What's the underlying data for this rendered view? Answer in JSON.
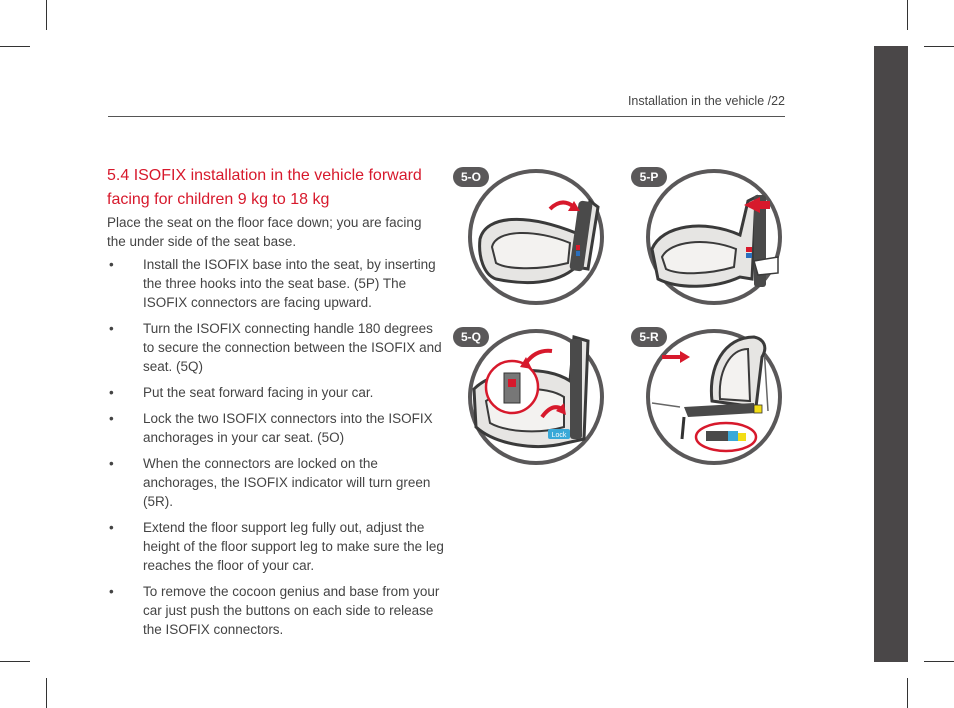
{
  "header": {
    "running_head": "Installation in the vehicle /22"
  },
  "section": {
    "title": "5.4 ISOFIX installation in the vehicle forward facing for children 9 kg to 18 kg",
    "intro": "Place the seat on the floor face down; you are facing the under side of  the seat base."
  },
  "steps": [
    {
      "bullet": "•",
      "text": "Install the ISOFIX base into the seat, by inserting the three hooks into the seat base. (5P) The ISOFIX connectors are facing upward."
    },
    {
      "bullet": "•",
      "text": "Turn the ISOFIX connecting handle 180 degrees to secure the connection between the ISOFIX and seat. (5Q)"
    },
    {
      "bullet": "•",
      "text": "Put the seat forward facing in your car."
    },
    {
      "bullet": "•",
      "text": "Lock the two ISOFIX connectors into the ISOFIX anchorages in your car seat. (5O)"
    },
    {
      "bullet": "•",
      "text": "When the connectors are locked on the anchorages, the ISOFIX indicator will turn green (5R)."
    },
    {
      "bullet": "•",
      "text": "Extend the floor support leg fully out, adjust the height of the floor support leg to make sure the leg reaches the floor of your car."
    },
    {
      "bullet": "•",
      "text": "To remove the cocoon genius and base from your car just push the buttons on each side to release the ISOFIX connectors."
    }
  ],
  "figures": [
    {
      "label": "5-O"
    },
    {
      "label": "5-P"
    },
    {
      "label": "5-Q",
      "lock_text": "Lock"
    },
    {
      "label": "5-R"
    }
  ],
  "colors": {
    "accent": "#d7192c",
    "side_tab": "#4a4748",
    "badge": "#5a5859",
    "indicator_green": "#3aa9d8"
  }
}
